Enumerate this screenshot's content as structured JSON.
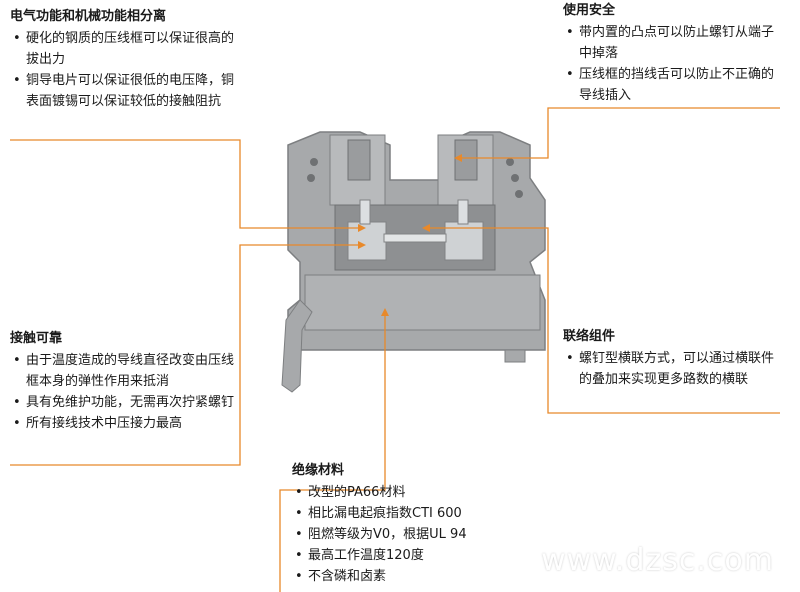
{
  "sections": {
    "electrical": {
      "title": "电气功能和机械功能相分离",
      "items": [
        "硬化的钢质的压线框可以保证很高的拔出力",
        "铜导电片可以保证很低的电压降，铜表面镀锡可以保证较低的接触阻抗"
      ]
    },
    "safety": {
      "title": "使用安全",
      "items": [
        "带内置的凸点可以防止螺钉从端子中掉落",
        "压线框的挡线舌可以防止不正确的导线插入"
      ]
    },
    "contact": {
      "title": "接触可靠",
      "items": [
        "由于温度造成的导线直径改变由压线框本身的弹性作用来抵消",
        "具有免维护功能，无需再次拧紧螺钉",
        "所有接线技术中压接力最高"
      ]
    },
    "linking": {
      "title": "联络组件",
      "items": [
        "螺钉型横联方式，可以通过横联件的叠加来实现更多路数的横联"
      ]
    },
    "insulation": {
      "title": "绝缘材料",
      "items": [
        "改型的PA66材料",
        "相比漏电起痕指数CTI 600",
        "阻燃等级为V0，根据UL 94",
        "最高工作温度120度",
        "不含磷和卤素"
      ]
    }
  },
  "watermark": "www.dzsc.com",
  "colors": {
    "leader_line": "#e8892a",
    "housing": "#a7a9ab",
    "housing_dark": "#7d7f81",
    "metal": "#cfd2d4"
  }
}
